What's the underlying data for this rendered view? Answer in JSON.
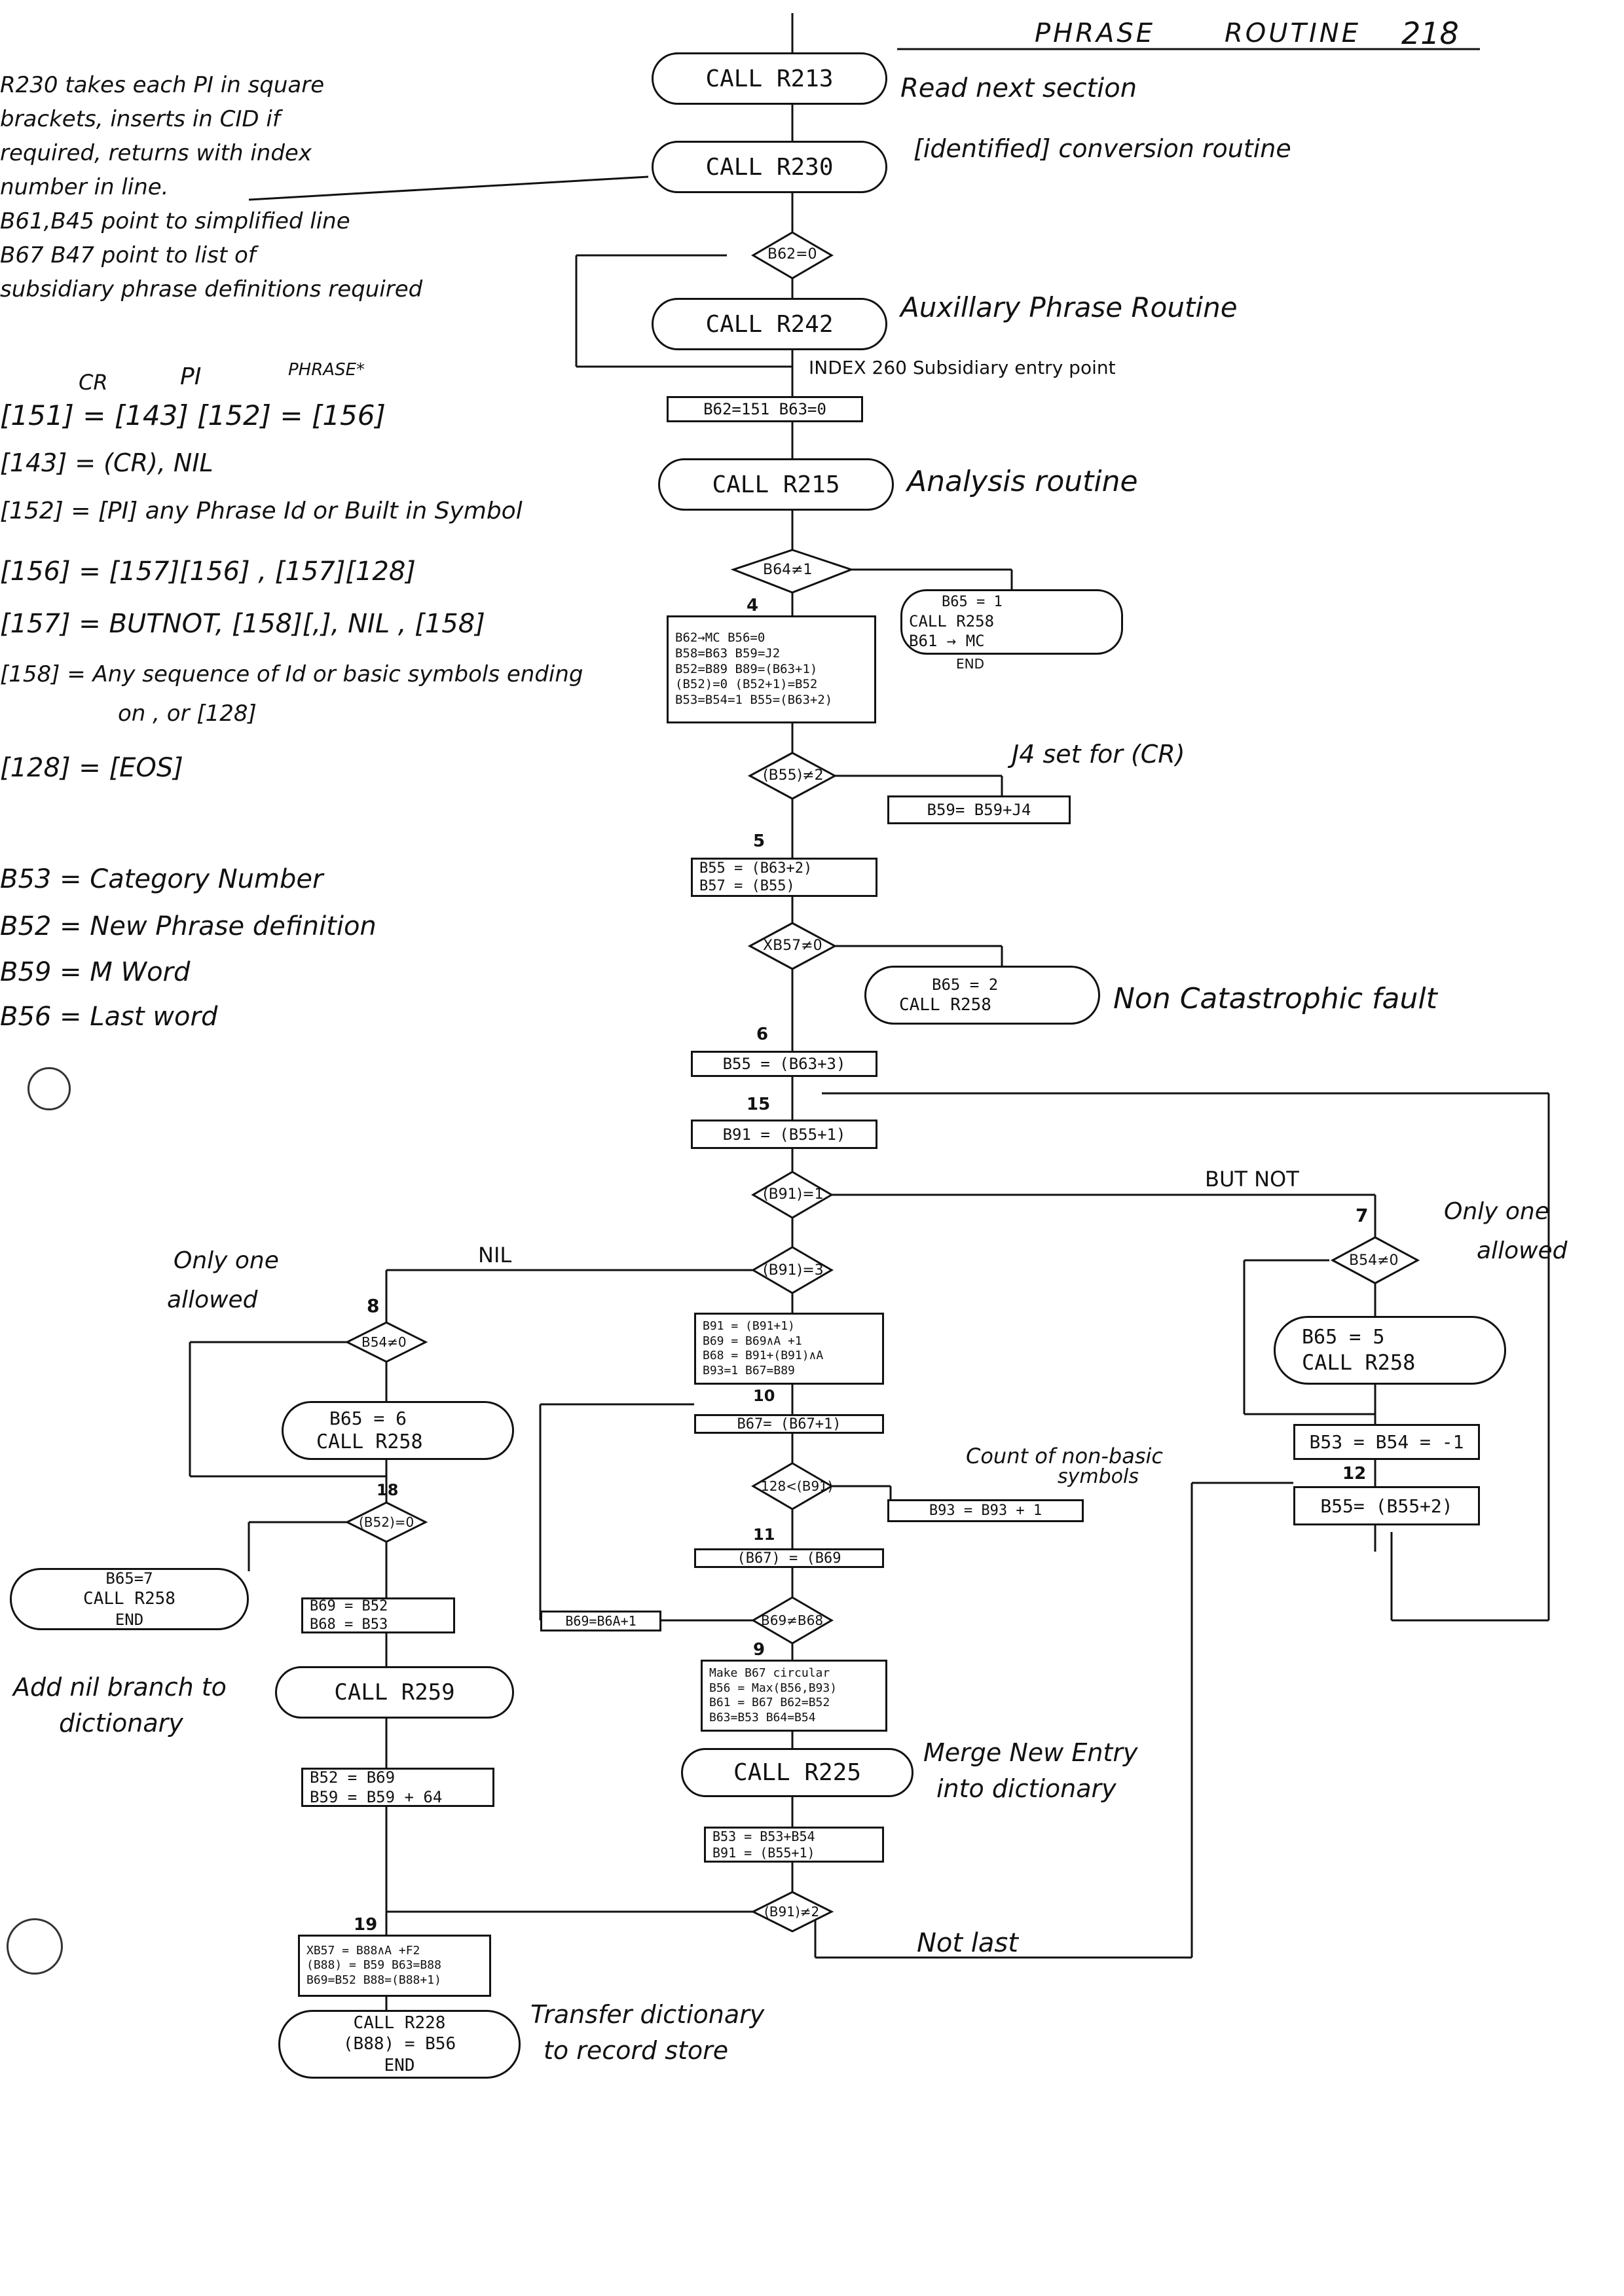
{
  "header": {
    "title": "PHRASE",
    "routine": "ROUTINE",
    "page": "218"
  },
  "side_notes": {
    "r230_lines": [
      "R230 takes each PI in square",
      "brackets, inserts in CID if",
      "required, returns with index",
      "number in line.",
      "B61,B45 point to simplified line",
      "B67 B47 point to list of",
      "subsidiary phrase definitions required"
    ],
    "grammar_header": {
      "cr": "CR",
      "pi": "PI",
      "phrase": "PHRASE*"
    },
    "grammar_lines": [
      "[151] = [143] [152] = [156]",
      "[143] = (CR), NIL",
      "[152] = [PI] any Phrase Id or Built in Symbol",
      "[156] = [157][156] , [157][128]",
      "[157] = BUTNOT, [158][,], NIL , [158]",
      "[158] = Any sequence of Id or basic symbols ending",
      "on , or [128]",
      "[128] = [EOS]"
    ],
    "registers": [
      "B53 = Category Number",
      "B52 = New Phrase definition",
      "B59 = M Word",
      "B56 = Last word"
    ]
  },
  "nodes": {
    "call_r213": "CALL R213",
    "call_r230": "CALL R230",
    "test_b62": "B62=0",
    "call_r242": "CALL R242",
    "index_260": "INDEX 260 Subsidiary entry point",
    "set_b62": "B62=151  B63=0",
    "call_r215": "CALL R215",
    "test_b64": "B64≠1",
    "fault_box": [
      "B65 = 1",
      "CALL R258",
      "B61 → MC",
      "END"
    ],
    "label_4": "4",
    "init_box": [
      "B62→MC  B56=0",
      "B58=B63  B59=J2",
      "B52=B89  B89=(B63+1)",
      "(B52)=0  (B52+1)=B52",
      "B53=B54=1  B55=(B63+2)"
    ],
    "test_b55": "(B55)≠2",
    "b59_box": "B59= B59+J4",
    "j4_note": "J4 set for (CR)",
    "label_5": "5",
    "b55_box": [
      "B55 = (B63+2)",
      "B57 = (B55)"
    ],
    "test_xb57": "XB57≠0",
    "b65_2_box": [
      "B65 = 2",
      "CALL R258"
    ],
    "label_6": "6",
    "b55_b63": "B55 = (B63+3)",
    "label_15": "15",
    "b91_box": "B91 = (B55+1)",
    "test_b91_1": "(B91)=1",
    "test_b91_3": "(B91)=3",
    "big_box": [
      "B91 = (B91+1)",
      "B69 = B69∧A +1",
      "B68 = B91+(B91)∧A",
      "B93=1   B67=B89"
    ],
    "label_10": "10",
    "b67_inc": "B67= (B67+1)",
    "test_128": "128<(B91)",
    "b93_box": "B93 = B93 + 1",
    "count_note_1": "Count of non-basic",
    "count_note_2": "symbols",
    "label_11": "11",
    "b67_b69": "(B67) = (B69",
    "test_b69_b68": "B69≠B68",
    "b69_a1": "B69=B6A+1",
    "label_9": "9",
    "circ_box": [
      "Make B67 circular",
      "B56 = Max(B56,B93)",
      "B61 = B67   B62=B52",
      "B63=B53  B64=B54"
    ],
    "call_r225": "CALL R225",
    "b53_box": [
      "B53 = B53+B54",
      "B91 = (B55+1)"
    ],
    "test_b91_2": "(B91)≠2",
    "label_7": "7",
    "test_b54_a": "B54≠0",
    "b65_5_box": [
      "B65 = 5",
      "CALL R258"
    ],
    "b53_b54": "B53 = B54 = -1",
    "label_12": "12",
    "b55_2": "B55= (B55+2)",
    "label_8": "8",
    "test_b54_b": "B54≠0",
    "b65_6_box": [
      "B65 = 6",
      "CALL R258"
    ],
    "label_18": "18",
    "test_b52": "(B52)=0",
    "b65_7_box": [
      "B65=7",
      "CALL R258",
      "END"
    ],
    "b69_b52_box": [
      "B69 = B52",
      "B68 = B53"
    ],
    "call_r259": "CALL R259",
    "b52_b69_box": [
      "B52 = B69",
      "B59 = B59 + 64"
    ],
    "label_19": "19",
    "xb57_box": [
      "XB57 = B88∧A +F2",
      "(B88) = B59   B63=B88",
      "B69=B52   B88=(B88+1)"
    ],
    "end_box": [
      "CALL R228",
      "(B88) = B56",
      "END"
    ]
  },
  "annotations": {
    "read_next": "Read next section",
    "identified": "[identified] conversion routine",
    "auxiliary": "Auxillary Phrase Routine",
    "analysis": "Analysis routine",
    "non_cat": "Non Catastrophic fault",
    "but_not": "BUT NOT",
    "only_one_right_1": "Only one",
    "only_one_right_2": "allowed",
    "nil": "NIL",
    "only_one_left_1": "Only one",
    "only_one_left_2": "allowed",
    "add_nil_1": "Add nil branch to",
    "add_nil_2": "dictionary",
    "merge_1": "Merge New Entry",
    "merge_2": "into dictionary",
    "not_last": "Not last",
    "transfer_1": "Transfer dictionary",
    "transfer_2": "to record store"
  }
}
